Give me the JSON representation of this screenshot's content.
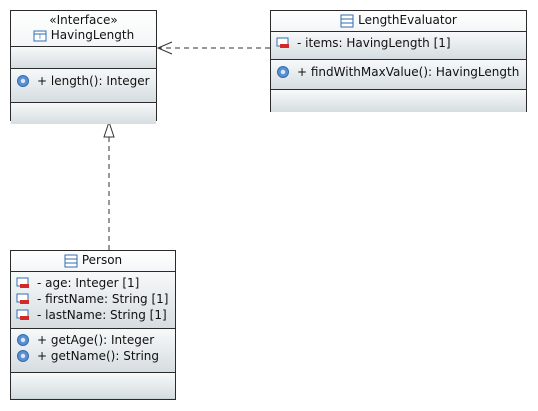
{
  "classes": {
    "having_length": {
      "stereotype": "«Interface»",
      "name": "HavingLength",
      "operations": [
        "+ length(): Integer"
      ]
    },
    "length_evaluator": {
      "name": "LengthEvaluator",
      "attributes": [
        "- items: HavingLength [1]"
      ],
      "operations": [
        "+ findWithMaxValue(): HavingLength"
      ]
    },
    "person": {
      "name": "Person",
      "attributes": [
        "- age: Integer [1]",
        "- firstName: String [1]",
        "- lastName: String [1]"
      ],
      "operations": [
        "+ getAge(): Integer",
        "+ getName(): String"
      ]
    }
  },
  "colors": {
    "border": "#2b2b2b",
    "compartment_bottom": "#cbd4d8",
    "icon_blue": "#2f6db5",
    "icon_red": "#d22a2a"
  },
  "icons": {
    "class": "class-icon",
    "interface": "interface-icon",
    "attribute": "private-attribute-icon",
    "operation": "public-operation-icon"
  },
  "relationships": [
    {
      "type": "dependency",
      "from": "LengthEvaluator",
      "to": "HavingLength"
    },
    {
      "type": "realization",
      "from": "Person",
      "to": "HavingLength"
    }
  ]
}
